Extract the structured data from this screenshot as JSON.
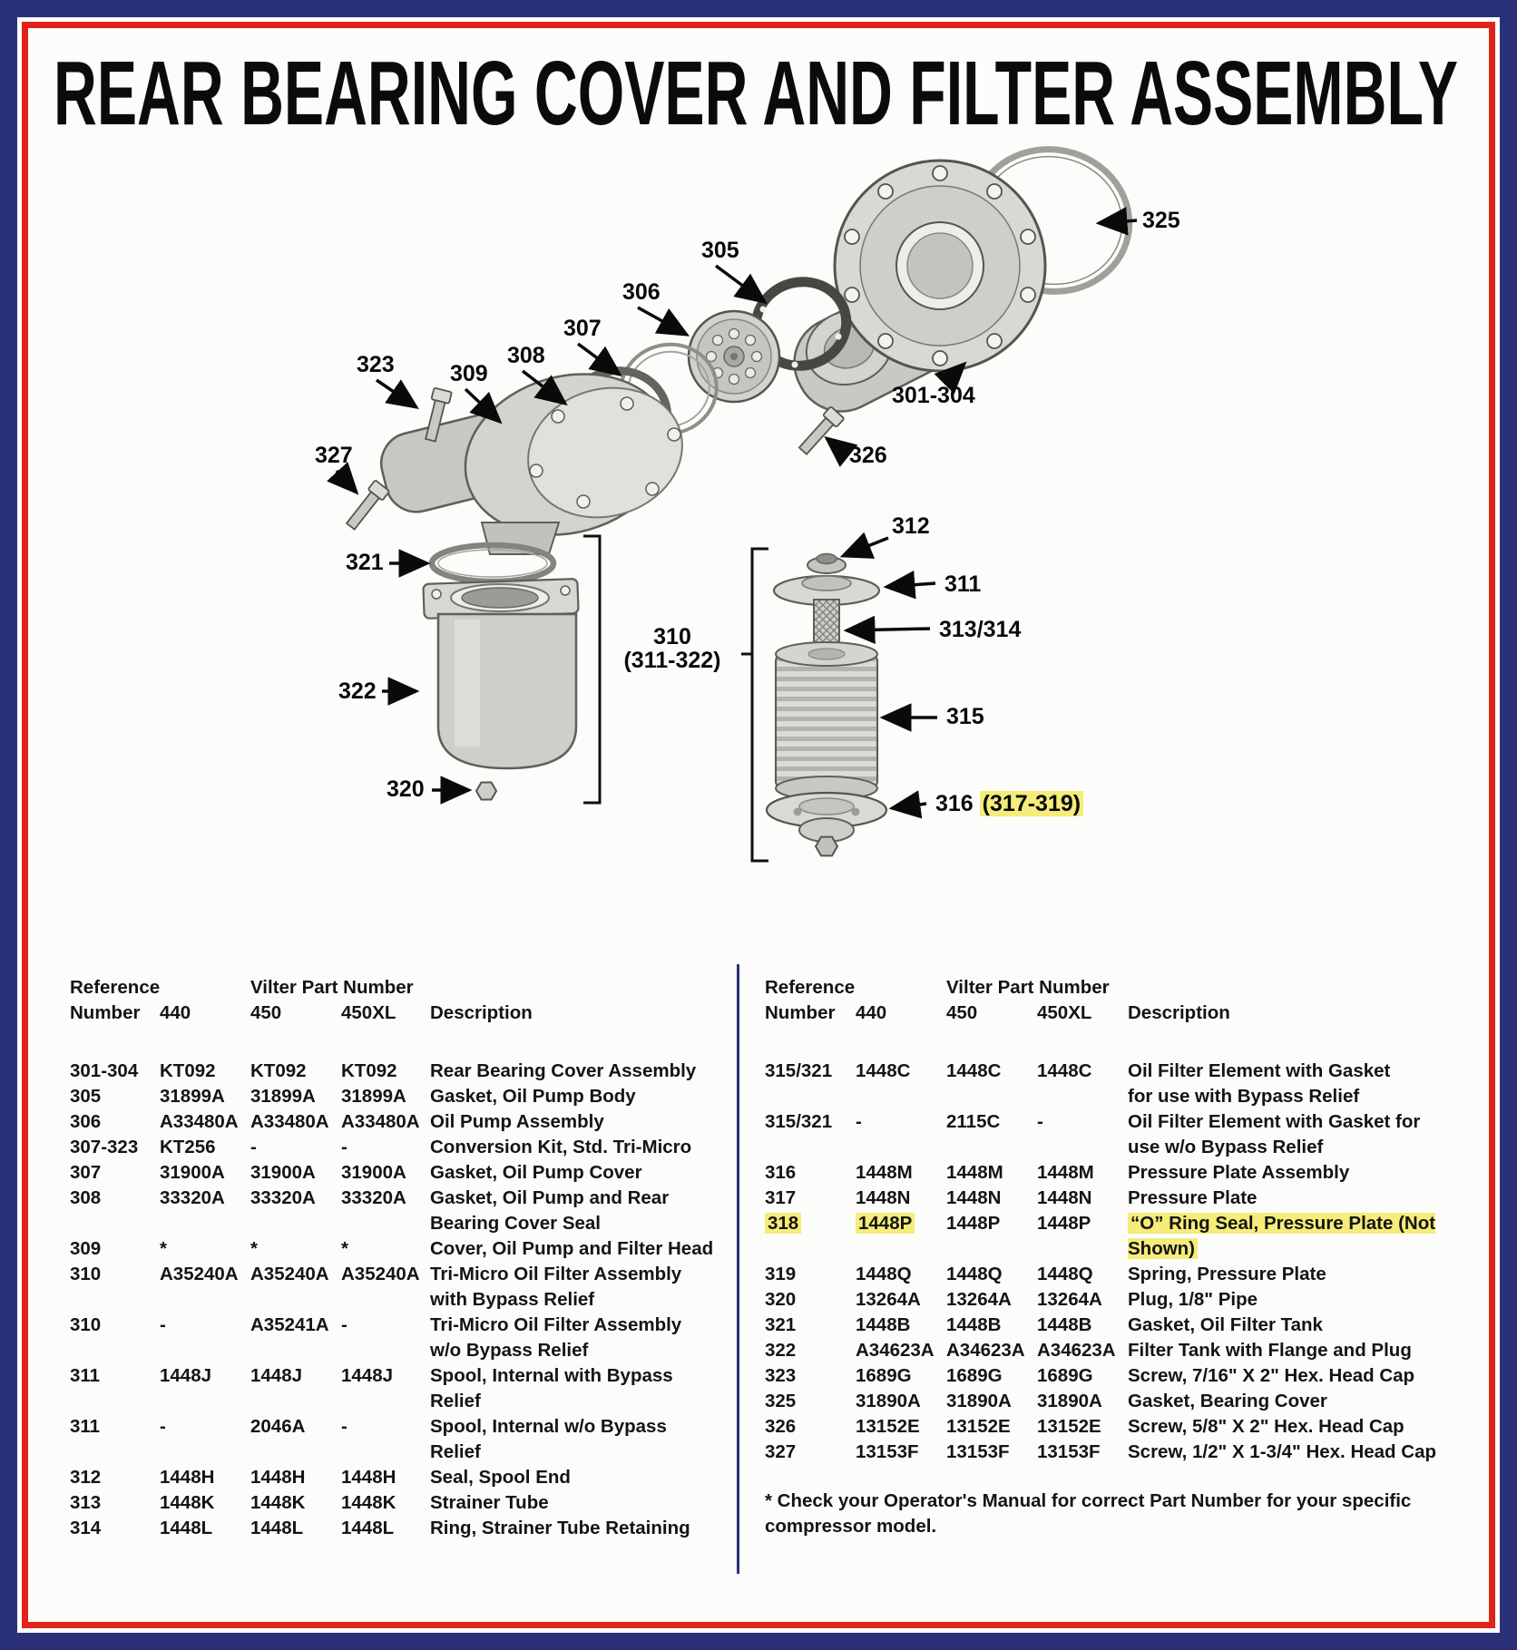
{
  "title": "REAR BEARING COVER AND FILTER ASSEMBLY",
  "colors": {
    "frame_navy": "#2b3178",
    "frame_red": "#e2231a",
    "highlight": "#f5ec7a"
  },
  "diagram": {
    "callouts": {
      "c325": "325",
      "c305": "305",
      "c306": "306",
      "c307": "307",
      "c308": "308",
      "c309": "309",
      "c323": "323",
      "c327": "327",
      "c326": "326",
      "c301_304": "301-304",
      "c321": "321",
      "c322": "322",
      "c320": "320",
      "c312": "312",
      "c311": "311",
      "c313_314": "313/314",
      "c315": "315",
      "c316": "316",
      "c317_319": "(317-319)",
      "c310": "310",
      "c311_322": "(311-322)"
    }
  },
  "tables": {
    "header": {
      "reference": "Reference",
      "number": "Number",
      "vilter": "Vilter Part Number",
      "c440": "440",
      "c450": "450",
      "c450xl": "450XL",
      "description": "Description"
    },
    "left": {
      "rows": [
        {
          "ref": "301-304",
          "c440": "KT092",
          "c450": "KT092",
          "c450xl": "KT092",
          "desc": "Rear Bearing Cover Assembly"
        },
        {
          "ref": "305",
          "c440": "31899A",
          "c450": "31899A",
          "c450xl": "31899A",
          "desc": "Gasket, Oil Pump Body"
        },
        {
          "ref": "306",
          "c440": "A33480A",
          "c450": "A33480A",
          "c450xl": "A33480A",
          "desc": "Oil Pump Assembly"
        },
        {
          "ref": "307-323",
          "c440": "KT256",
          "c450": "-",
          "c450xl": "-",
          "desc": "Conversion Kit, Std. Tri-Micro"
        },
        {
          "ref": "307",
          "c440": "31900A",
          "c450": "31900A",
          "c450xl": "31900A",
          "desc": "Gasket, Oil Pump Cover"
        },
        {
          "ref": "308",
          "c440": "33320A",
          "c450": "33320A",
          "c450xl": "33320A",
          "desc": "Gasket, Oil Pump and Rear\nBearing Cover Seal"
        },
        {
          "ref": "309",
          "c440": "*",
          "c450": "*",
          "c450xl": "*",
          "desc": "Cover, Oil Pump and Filter Head"
        },
        {
          "ref": "310",
          "c440": "A35240A",
          "c450": "A35240A",
          "c450xl": "A35240A",
          "desc": "Tri-Micro Oil Filter Assembly\nwith Bypass Relief"
        },
        {
          "ref": "310",
          "c440": "-",
          "c450": "A35241A",
          "c450xl": "-",
          "desc": "Tri-Micro Oil Filter Assembly\nw/o Bypass Relief"
        },
        {
          "ref": "311",
          "c440": "1448J",
          "c450": "1448J",
          "c450xl": "1448J",
          "desc": "Spool, Internal with Bypass\nRelief"
        },
        {
          "ref": "311",
          "c440": "-",
          "c450": "2046A",
          "c450xl": "-",
          "desc": "Spool, Internal w/o Bypass\nRelief"
        },
        {
          "ref": "312",
          "c440": "1448H",
          "c450": "1448H",
          "c450xl": "1448H",
          "desc": "Seal, Spool End"
        },
        {
          "ref": "313",
          "c440": "1448K",
          "c450": "1448K",
          "c450xl": "1448K",
          "desc": "Strainer Tube"
        },
        {
          "ref": "314",
          "c440": "1448L",
          "c450": "1448L",
          "c450xl": "1448L",
          "desc": "Ring, Strainer Tube Retaining"
        }
      ]
    },
    "right": {
      "rows": [
        {
          "ref": "315/321",
          "c440": "1448C",
          "c450": "1448C",
          "c450xl": "1448C",
          "desc": "Oil Filter Element with Gasket\nfor use with Bypass Relief"
        },
        {
          "ref": "315/321",
          "c440": "-",
          "c450": "2115C",
          "c450xl": "-",
          "desc": "Oil Filter Element with Gasket for\nuse w/o Bypass Relief"
        },
        {
          "ref": "316",
          "c440": "1448M",
          "c450": "1448M",
          "c450xl": "1448M",
          "desc": "Pressure Plate Assembly"
        },
        {
          "ref": "317",
          "c440": "1448N",
          "c450": "1448N",
          "c450xl": "1448N",
          "desc": "Pressure Plate"
        },
        {
          "ref": "318",
          "c440": "1448P",
          "c450": "1448P",
          "c450xl": "1448P",
          "desc": "“O” Ring Seal, Pressure Plate (Not\nShown)",
          "hl": true
        },
        {
          "ref": "319",
          "c440": "1448Q",
          "c450": "1448Q",
          "c450xl": "1448Q",
          "desc": "Spring, Pressure Plate"
        },
        {
          "ref": "320",
          "c440": "13264A",
          "c450": "13264A",
          "c450xl": "13264A",
          "desc": "Plug, 1/8\" Pipe"
        },
        {
          "ref": "321",
          "c440": "1448B",
          "c450": "1448B",
          "c450xl": "1448B",
          "desc": "Gasket, Oil Filter Tank"
        },
        {
          "ref": "322",
          "c440": "A34623A",
          "c450": "A34623A",
          "c450xl": "A34623A",
          "desc": "Filter Tank with Flange and Plug"
        },
        {
          "ref": "323",
          "c440": "1689G",
          "c450": "1689G",
          "c450xl": "1689G",
          "desc": "Screw, 7/16\" X 2\" Hex. Head Cap"
        },
        {
          "ref": "325",
          "c440": "31890A",
          "c450": "31890A",
          "c450xl": "31890A",
          "desc": "Gasket, Bearing Cover"
        },
        {
          "ref": "326",
          "c440": "13152E",
          "c450": "13152E",
          "c450xl": "13152E",
          "desc": "Screw, 5/8\" X 2\" Hex. Head Cap"
        },
        {
          "ref": "327",
          "c440": "13153F",
          "c450": "13153F",
          "c450xl": "13153F",
          "desc": "Screw, 1/2\" X 1-3/4\" Hex. Head Cap"
        }
      ],
      "footnote": "* Check your Operator's Manual for correct Part Number for your specific\ncompressor model."
    }
  }
}
